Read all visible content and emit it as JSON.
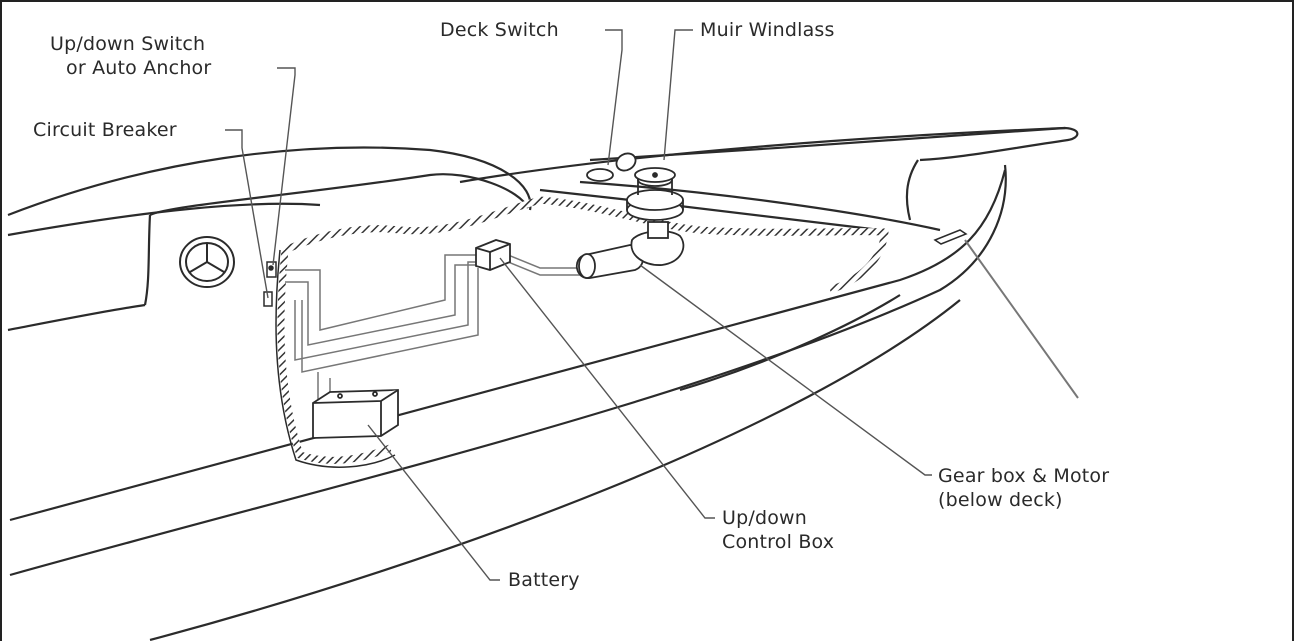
{
  "labels": {
    "up_down_switch": [
      "Up/down Switch",
      "or Auto Anchor"
    ],
    "circuit_breaker": "Circuit Breaker",
    "deck_switch": "Deck Switch",
    "muir_windlass": "Muir Windlass",
    "gear_box": [
      "Gear box & Motor",
      "(below deck)"
    ],
    "control_box": [
      "Up/down",
      "Control Box"
    ],
    "battery": "Battery"
  },
  "colors": {
    "line": "#2b2b2b",
    "leader": "#555555",
    "wiring": "#777777",
    "hatch": "#333333"
  }
}
